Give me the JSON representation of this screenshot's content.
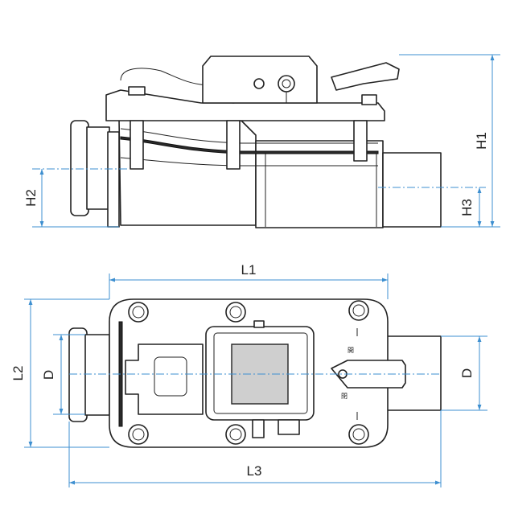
{
  "dimensions": {
    "h1": "H1",
    "h2": "H2",
    "h3": "H3",
    "l1": "L1",
    "l2": "L2",
    "l3": "L3",
    "d_left": "D",
    "d_right": "D"
  },
  "valve_marks": {
    "open": "開",
    "close": "閉"
  },
  "colors": {
    "dimension_line": "#3d8fd0",
    "outline": "#222222"
  }
}
